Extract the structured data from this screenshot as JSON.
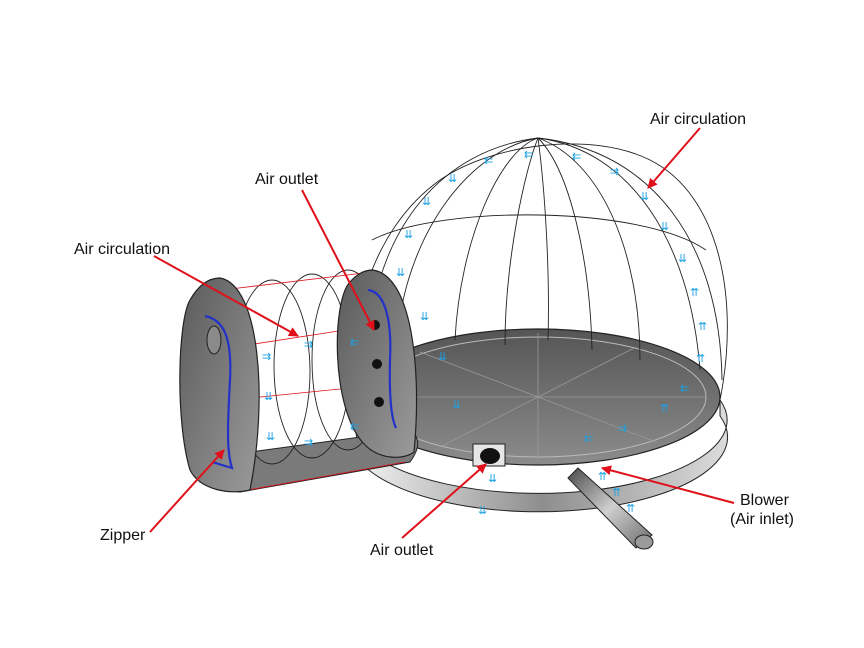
{
  "labels": {
    "air_circulation_top": "Air circulation",
    "air_circulation_left": "Air circulation",
    "air_outlet_top": "Air outlet",
    "air_outlet_bottom": "Air outlet",
    "zipper": "Zipper",
    "blower": "Blower",
    "air_inlet": "(Air inlet)"
  },
  "colors": {
    "callout": "#e0101a",
    "airflow": "#1ba1e2",
    "zipper": "#2232c8",
    "floor": "#6b6b6b",
    "outline": "#222222"
  },
  "icons": {
    "airflow_arrow": "double-arrow"
  }
}
